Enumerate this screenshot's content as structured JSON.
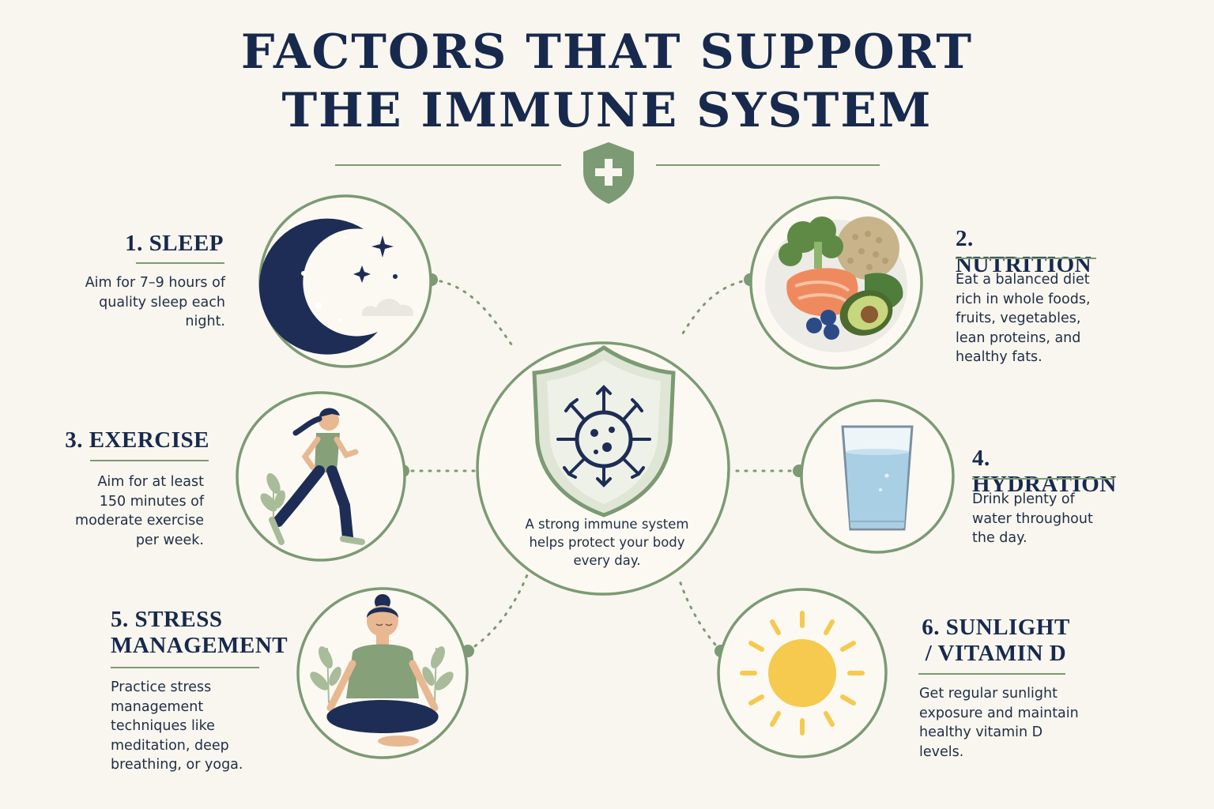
{
  "title": {
    "line1": "FACTORS THAT SUPPORT",
    "line2": "THE IMMUNE SYSTEM"
  },
  "center": {
    "text": "A strong immune system helps protect your body every day.",
    "icon": "shield-virus-icon"
  },
  "factors": [
    {
      "heading": "1. SLEEP",
      "description": "Aim for 7–9 hours of quality sleep each night.",
      "icon": "moon-stars-icon"
    },
    {
      "heading": "2. NUTRITION",
      "description": "Eat a balanced diet rich in whole foods, fruits, vegetables, lean proteins, and healthy fats.",
      "icon": "food-plate-icon"
    },
    {
      "heading": "3. EXERCISE",
      "description": "Aim for at least 150 minutes of moderate exercise per week.",
      "icon": "runner-icon"
    },
    {
      "heading": "4. HYDRATION",
      "description": "Drink plenty of water throughout the day.",
      "icon": "water-glass-icon"
    },
    {
      "heading": "5. STRESS MANAGEMENT",
      "description": "Practice stress management techniques like meditation, deep breathing, or yoga.",
      "icon": "meditation-icon"
    },
    {
      "heading": "6. SUNLIGHT / VITAMIN D",
      "description": "Get regular sunlight exposure and maintain healthy vitamin D levels.",
      "icon": "sun-icon"
    }
  ],
  "colors": {
    "background": "#f8f6ef",
    "navy": "#17294d",
    "sage": "#7c9a73",
    "sage_light": "#dfe6d6",
    "sun": "#f6c94f",
    "water": "#a9cfe4"
  }
}
